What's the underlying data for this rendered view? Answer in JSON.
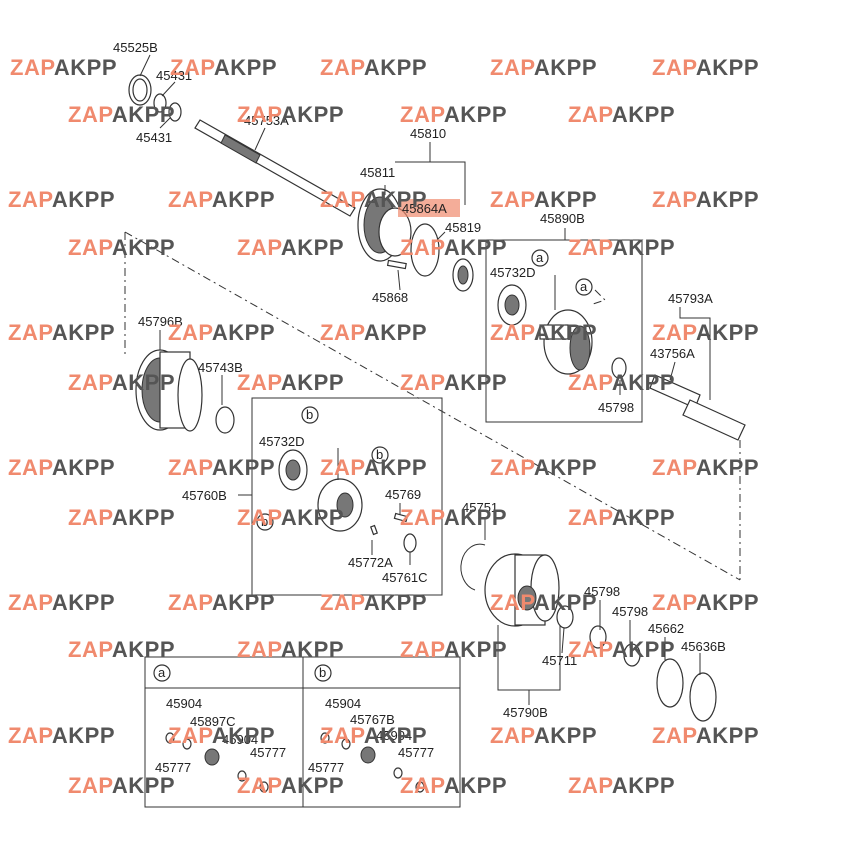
{
  "watermark": {
    "brand_colored": "ZAP",
    "brand_dark": "AKPP"
  },
  "labels": {
    "p45525B": "45525B",
    "p45431a": "45431",
    "p45431b": "45431",
    "p45753A": "45753A",
    "p45810": "45810",
    "p45811": "45811",
    "p45864A": "45864A",
    "p45819": "45819",
    "p45868": "45868",
    "p45890B": "45890B",
    "p45732D_top": "45732D",
    "a_top1": "a",
    "a_top2": "a",
    "p45793A": "45793A",
    "p43756A": "43756A",
    "p45798_top": "45798",
    "p45796B": "45796B",
    "p45743B": "45743B",
    "b1": "b",
    "b2": "b",
    "b3": "b",
    "p45732D_mid": "45732D",
    "p45760B": "45760B",
    "p45769": "45769",
    "p45772A": "45772A",
    "p45761C": "45761C",
    "p45751": "45751",
    "p45798_m1": "45798",
    "p45798_m2": "45798",
    "p45662": "45662",
    "p45636B": "45636B",
    "p45711": "45711",
    "p45790B": "45790B"
  },
  "table": {
    "head_a": "a",
    "head_b": "b",
    "a_items": [
      "45904",
      "45897C",
      "45904",
      "45777",
      "45777"
    ],
    "b_items": [
      "45904",
      "45767B",
      "45904",
      "45777",
      "45777"
    ]
  },
  "highlight_color": "#f08a6e"
}
